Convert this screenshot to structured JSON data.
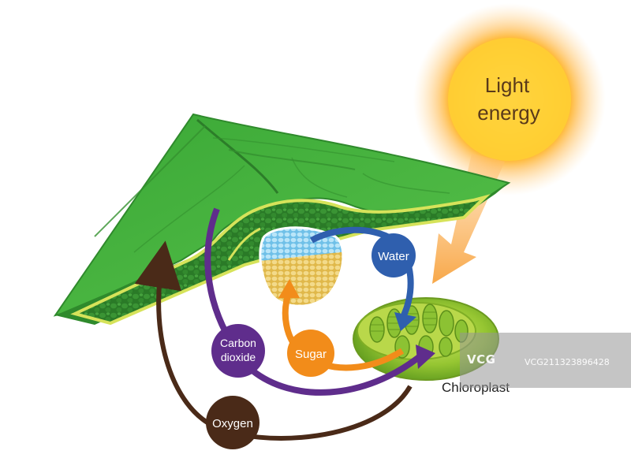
{
  "labels": {
    "light_energy": [
      "Light",
      "energy"
    ],
    "water": "Water",
    "sugar": "Sugar",
    "carbon_dioxide": [
      "Carbon",
      "dioxide"
    ],
    "oxygen": "Oxygen",
    "chloroplast": "Chloroplast"
  },
  "watermark": {
    "logo": "VCG",
    "id": "VCG211323896428"
  },
  "colors": {
    "leaf": "#3fa83a",
    "leaf_dark": "#2f8a2c",
    "leaf_interior": "#276f24",
    "sun": "#ffd23a",
    "sun_glow": "#ff9a1e",
    "water": "#2f5fae",
    "sugar": "#f28c1a",
    "carbon_dioxide": "#5f2d8c",
    "oxygen": "#4a2a18",
    "chloroplast": "#8bbd2a"
  }
}
